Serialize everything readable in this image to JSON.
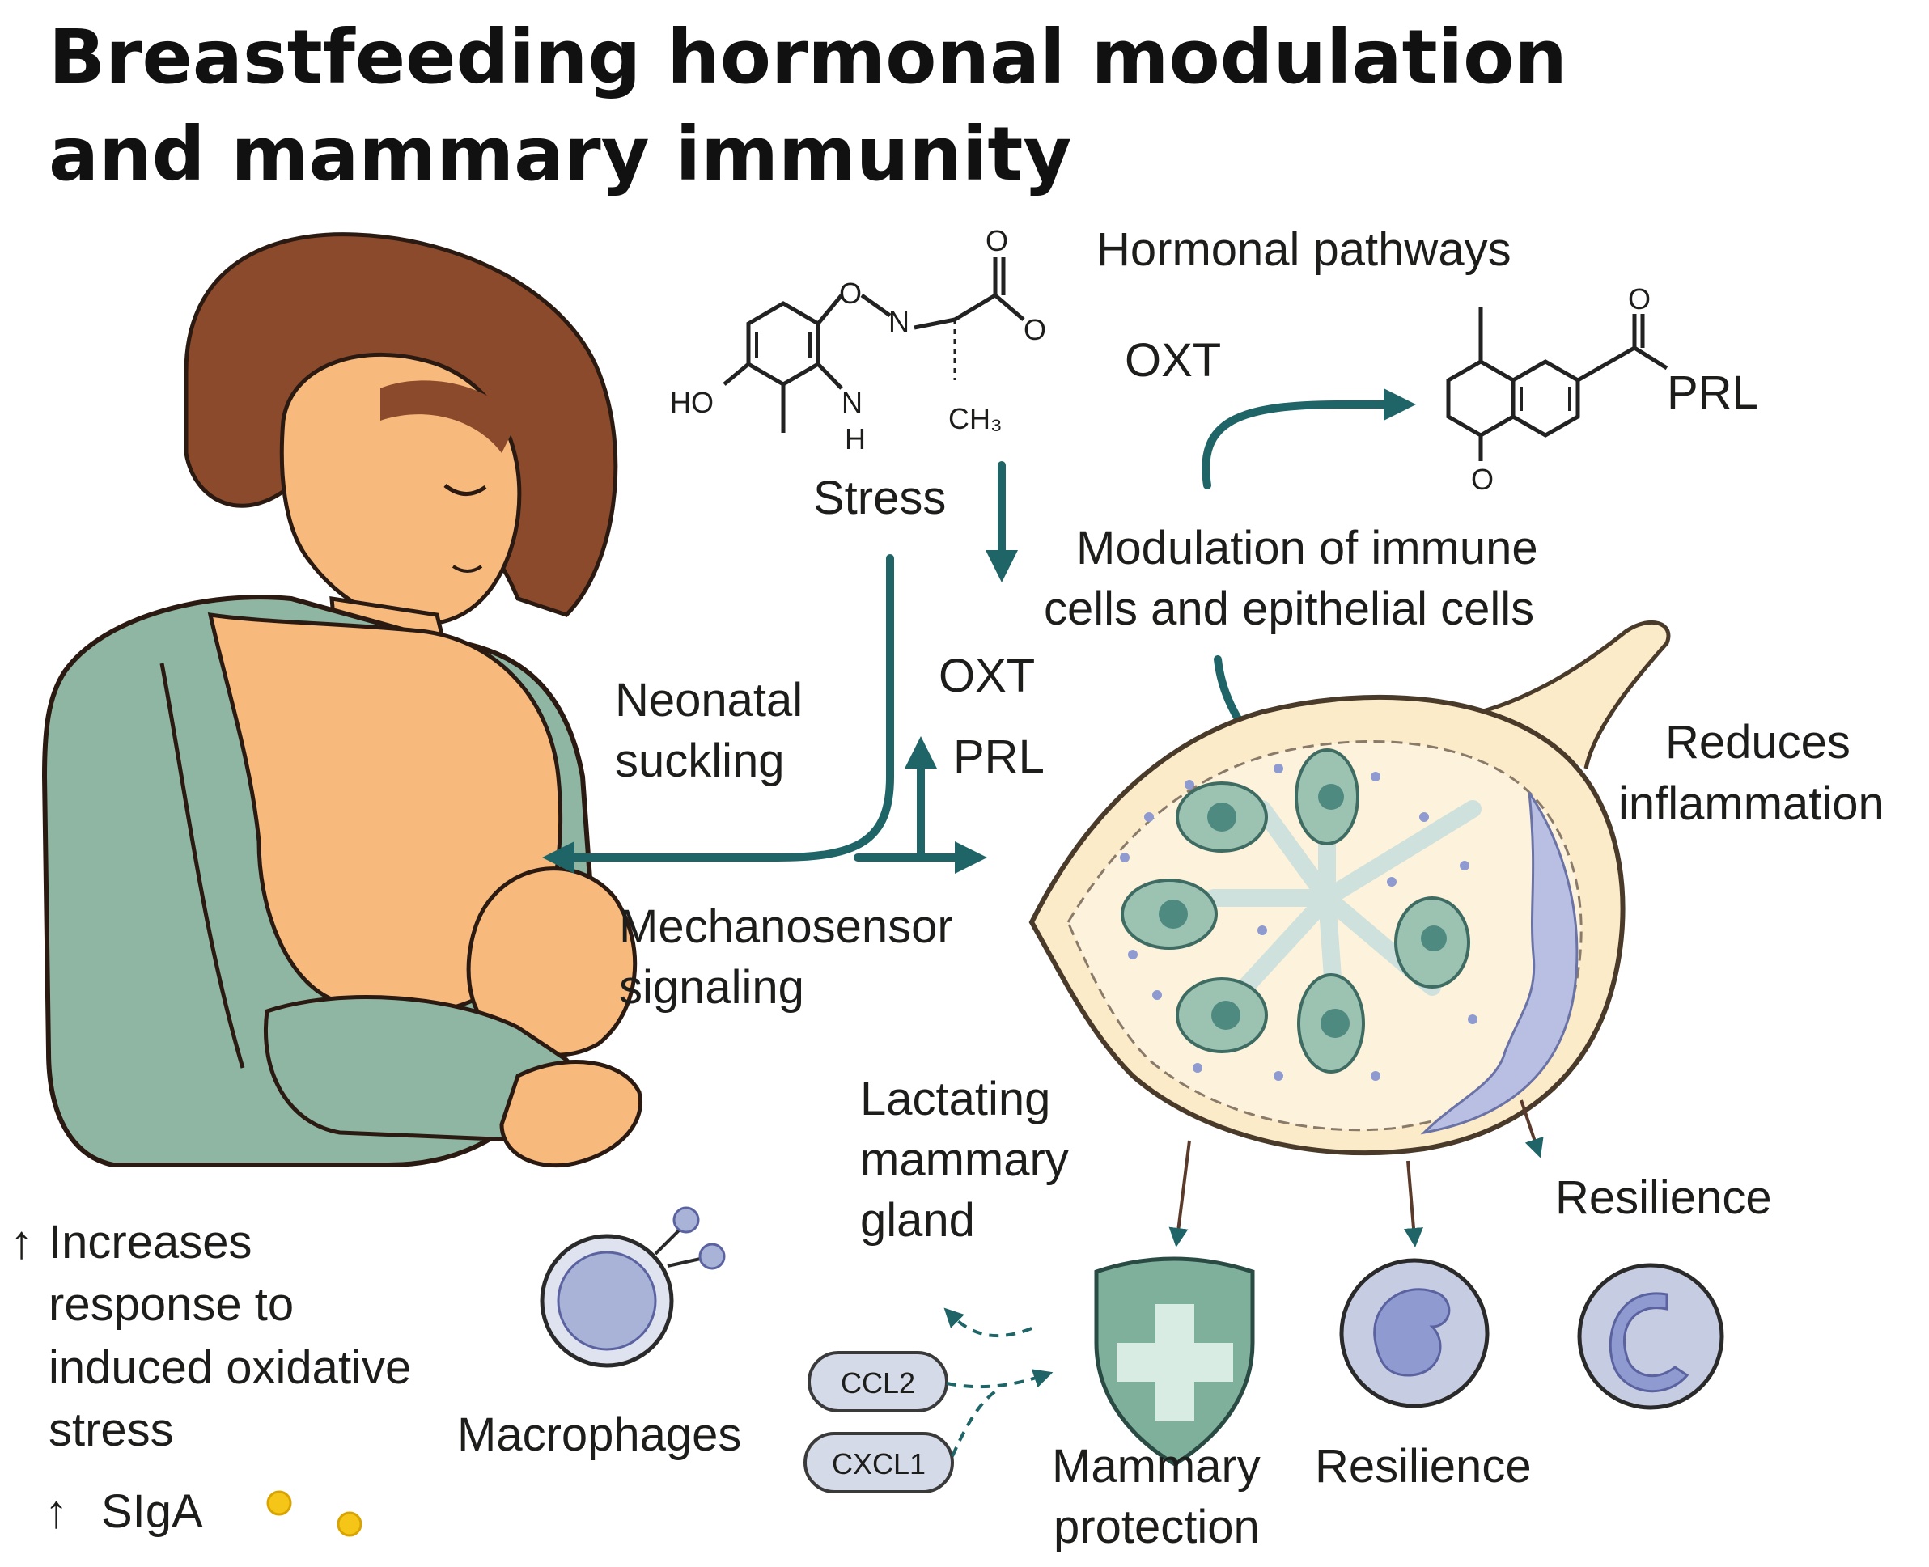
{
  "title": {
    "line1": "Breastfeeding hormonal modulation",
    "line2": "and mammary immunity"
  },
  "molecules": {
    "stress_atoms": {
      "o_top": "O",
      "o_link": "O",
      "n": "N",
      "o_right": "O",
      "ho": "HO",
      "nh_n": "N",
      "nh_h": "H",
      "ch3": "CH₃"
    },
    "prl_atoms": {
      "o_top": "O",
      "o_bottom": "O"
    }
  },
  "labels": {
    "hormonal_pathways": "Hormonal pathways",
    "oxt_top": "OXT",
    "prl_top": "PRL",
    "stress": "Stress",
    "modulation_line1": "Modulation of immune",
    "modulation_line2": "cells and epithelial cells",
    "neonatal_line1": "Neonatal",
    "neonatal_line2": "suckling",
    "oxt_mid": "OXT",
    "prl_mid": "PRL",
    "mechano_line1": "Mechanosensor",
    "mechano_line2": "signaling",
    "reduces_line1": "Reduces",
    "reduces_line2": "inflammation",
    "lactating_line1": "Lactating",
    "lactating_line2": "mammary",
    "lactating_line3": "gland",
    "resilience_right": "Resilience",
    "increases_arrow": "↑",
    "increases_line1": "Increases",
    "increases_line2": "response to",
    "increases_line3": "induced oxidative",
    "increases_line4": "stress",
    "siga_arrow": "↑",
    "siga": "SIgA",
    "macrophages": "Macrophages",
    "ccl2": "CCL2",
    "cxcl1": "CXCL1",
    "protection_line1": "Mammary",
    "protection_line2": "protection",
    "resilience_bottom": "Resilience"
  },
  "icons": {
    "mother": "breastfeeding-mother-illustration",
    "gland": "lactating-mammary-gland-illustration",
    "macrophage": "macrophage-cell-icon",
    "shield": "shield-plus-icon",
    "cell_a": "immune-cell-icon",
    "cell_b": "immune-cell-icon",
    "siga": "siga-dots-icon"
  },
  "colors": {
    "arrow_teal": "#1f6467",
    "skin": "#f7b97c",
    "hair": "#8b4a2b",
    "clothing": "#8fb6a3",
    "gland_fill": "#fbebc9",
    "lobule": "#9cc2b1",
    "immune_blue": "#a9b3d8",
    "siga_yellow": "#f5c518"
  }
}
